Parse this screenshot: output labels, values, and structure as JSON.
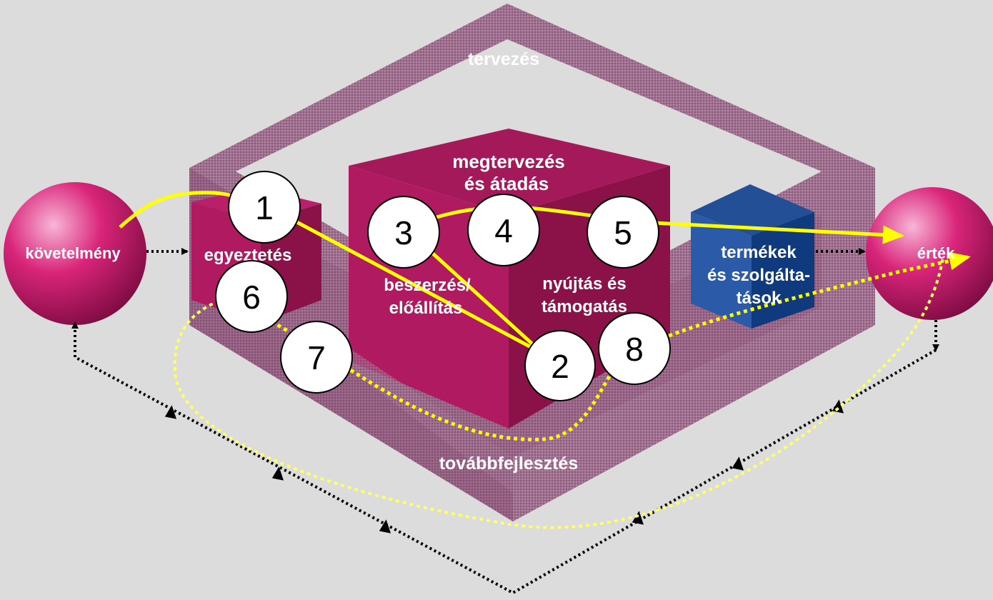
{
  "labels": {
    "planning": "tervezés",
    "improvement": "továbbfejlesztés",
    "engage": "egyeztetés",
    "design_1": "megtervezés",
    "design_2": "és átadás",
    "obtain_1": "beszerzés/",
    "obtain_2": "előállítás",
    "deliver_1": "nyújtás és",
    "deliver_2": "támogatás",
    "products_1": "termékek",
    "products_2": "és szolgálta-",
    "products_3": "tások",
    "demand": "követelmény",
    "value": "érték"
  },
  "steps": [
    "1",
    "2",
    "3",
    "4",
    "5",
    "6",
    "7",
    "8"
  ],
  "colors": {
    "background": "#dcdcdc",
    "frame": "#9e6a8c",
    "cube_front": "#b01a60",
    "cube_side": "#8a1249",
    "cube_top": "#a3195a",
    "products_cube": "#1f4c95",
    "sphere": "#c0185f",
    "path": "#ffff00"
  }
}
